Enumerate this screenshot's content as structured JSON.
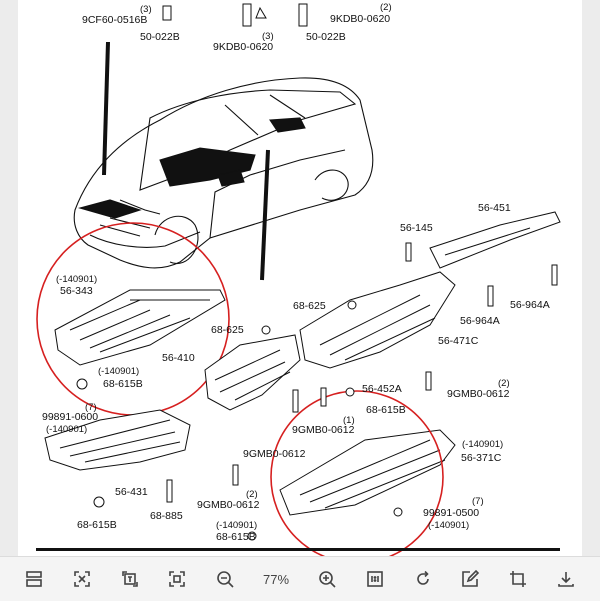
{
  "diagram": {
    "labels": {
      "top_left_qty": "(3)",
      "top_left_part": "9CF60-0516B",
      "top_50_022b_left": "50-022B",
      "top_mid_qty": "(3)",
      "top_mid_part": "9KDB0-0620",
      "top_right_qty": "(2)",
      "top_right_part": "9KDB0-0620",
      "top_50_022b_right": "50-022B",
      "p56_451": "56-451",
      "p56_145": "56-145",
      "p56_964a_right": "56-964A",
      "p56_964a_mid": "56-964A",
      "p68_625_a": "68-625",
      "p68_625_b": "68-625",
      "p56_471c": "56-471C",
      "left_code_top": "(-140901)",
      "p56_343": "56-343",
      "p56_410": "56-410",
      "left_code_bottom": "(-140901)",
      "p68_615b_left": "68-615B",
      "left_qty7": "(7)",
      "p99891_left": "99891-0600",
      "left_code_99891": "(-140901)",
      "p56_452a": "56-452A",
      "p9gmb0_right_qty": "(2)",
      "p9gmb0_right": "9GMB0-0612",
      "mid_qty1": "(1)",
      "p68_615b_mid": "68-615B",
      "p9gmb0_mid1": "9GMB0-0612",
      "p9gmb0_mid2": "9GMB0-0612",
      "right_code_top": "(-140901)",
      "p56_371c": "56-371C",
      "p56_431": "56-431",
      "p9gmb0_low_qty": "(2)",
      "p9gmb0_low": "9GMB0-0612",
      "p68_615b_bl": "68-615B",
      "p68_885": "68-885",
      "low_code": "(-140901)",
      "p68_615b_low": "68-615B",
      "right_qty7": "(7)",
      "p99891_right": "99891-0500",
      "right_code_bottom": "(-140901)"
    }
  },
  "toolbar": {
    "zoom_level": "77%",
    "icons": [
      "layout-icon",
      "fit-screen-icon",
      "translate-icon",
      "fullscreen-icon",
      "zoom-out-icon",
      "zoom-in-icon",
      "actual-size-icon",
      "rotate-icon",
      "edit-icon",
      "crop-icon",
      "download-icon"
    ]
  }
}
